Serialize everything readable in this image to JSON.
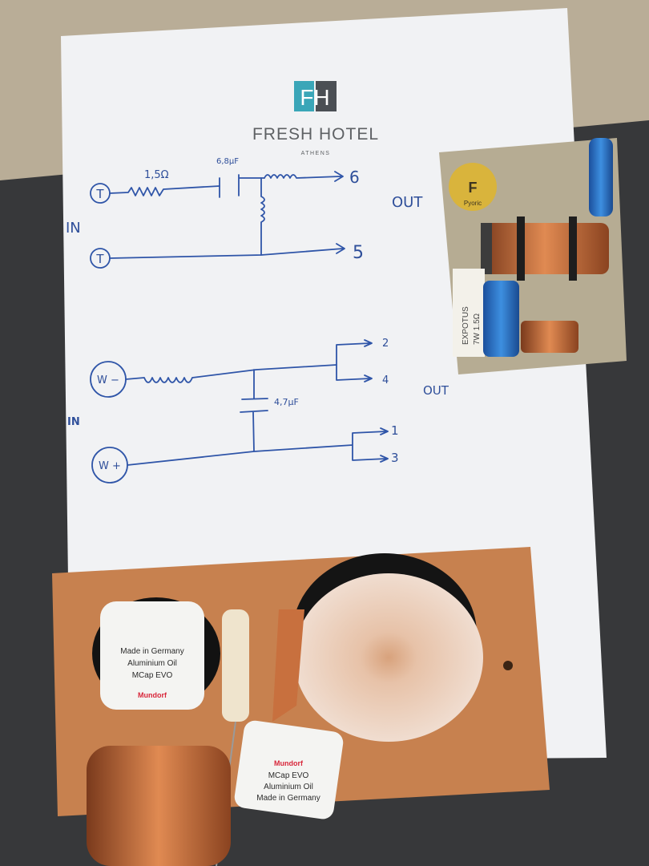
{
  "paper": {
    "logo_mark": "FH",
    "hotel_name": "FRESH HOTEL",
    "city": "ATHENS",
    "colors": {
      "logo_teal": "#3aa6b8",
      "logo_grey": "#4b4f54",
      "ink": "#2f55a8"
    }
  },
  "tweeter_circuit": {
    "input_label": "IN",
    "output_label": "OUT",
    "terminal_plus": "T",
    "terminal_minus": "T",
    "resistor_value": "1,5Ω",
    "capacitor_value": "6,8µF",
    "out_pins": [
      "6",
      "5"
    ]
  },
  "woofer_circuit": {
    "input_label": "IN",
    "output_label": "OUT",
    "terminal_minus": "W −",
    "terminal_plus": "W +",
    "capacitor_value": "4,7µF",
    "out_pins": [
      "2",
      "4",
      "1",
      "3"
    ]
  },
  "pcb": {
    "badge_letter": "F",
    "badge_text": "Pyoric",
    "resistor_label": "EXPOTUS",
    "resistor_rating": "7W 1.5Ω"
  },
  "board": {
    "cap_brand": "Mundorf",
    "cap_model": "MCap EVO",
    "cap_dielectric": "Aluminium Oil",
    "cap_origin": "Made in Germany"
  }
}
